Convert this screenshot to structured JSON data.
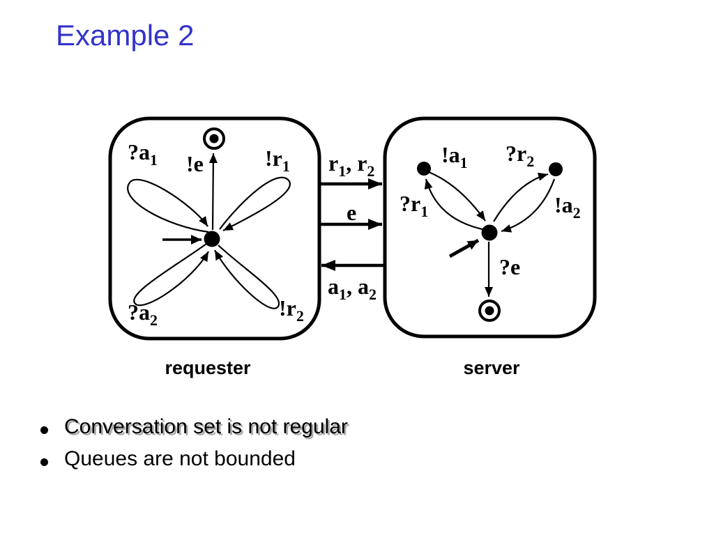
{
  "slide": {
    "title": "Example 2",
    "bullets": [
      {
        "text": "Conversation set is not regular",
        "shadow": true
      },
      {
        "text": "Queues are not bounded",
        "shadow": false
      }
    ],
    "colors": {
      "title": "#3333cc",
      "text": "#000000",
      "bullet_shadow": "#9e9e9e",
      "diagram_stroke": "#000000"
    }
  },
  "diagram": {
    "requester": {
      "caption": "requester",
      "labels": {
        "recv_a1": {
          "base": "?a",
          "sub": "1"
        },
        "send_e": {
          "base": "!e",
          "sub": ""
        },
        "send_r1": {
          "base": "!r",
          "sub": "1"
        },
        "recv_a2": {
          "base": "?a",
          "sub": "2"
        },
        "send_r2": {
          "base": "!r",
          "sub": "2"
        }
      }
    },
    "server": {
      "caption": "server",
      "labels": {
        "send_a1": {
          "base": "!a",
          "sub": "1"
        },
        "recv_r2": {
          "base": "?r",
          "sub": "2"
        },
        "recv_r1": {
          "base": "?r",
          "sub": "1"
        },
        "send_a2": {
          "base": "!a",
          "sub": "2"
        },
        "recv_e": {
          "base": "?e",
          "sub": ""
        }
      }
    },
    "channels": [
      {
        "p1": "r",
        "s1": "1",
        "p2": ", r",
        "s2": "2",
        "direction": "right"
      },
      {
        "p1": "e",
        "s1": "",
        "p2": "",
        "s2": "",
        "direction": "right"
      },
      {
        "p1": "a",
        "s1": "1",
        "p2": ", a",
        "s2": "2",
        "direction": "left"
      }
    ]
  }
}
